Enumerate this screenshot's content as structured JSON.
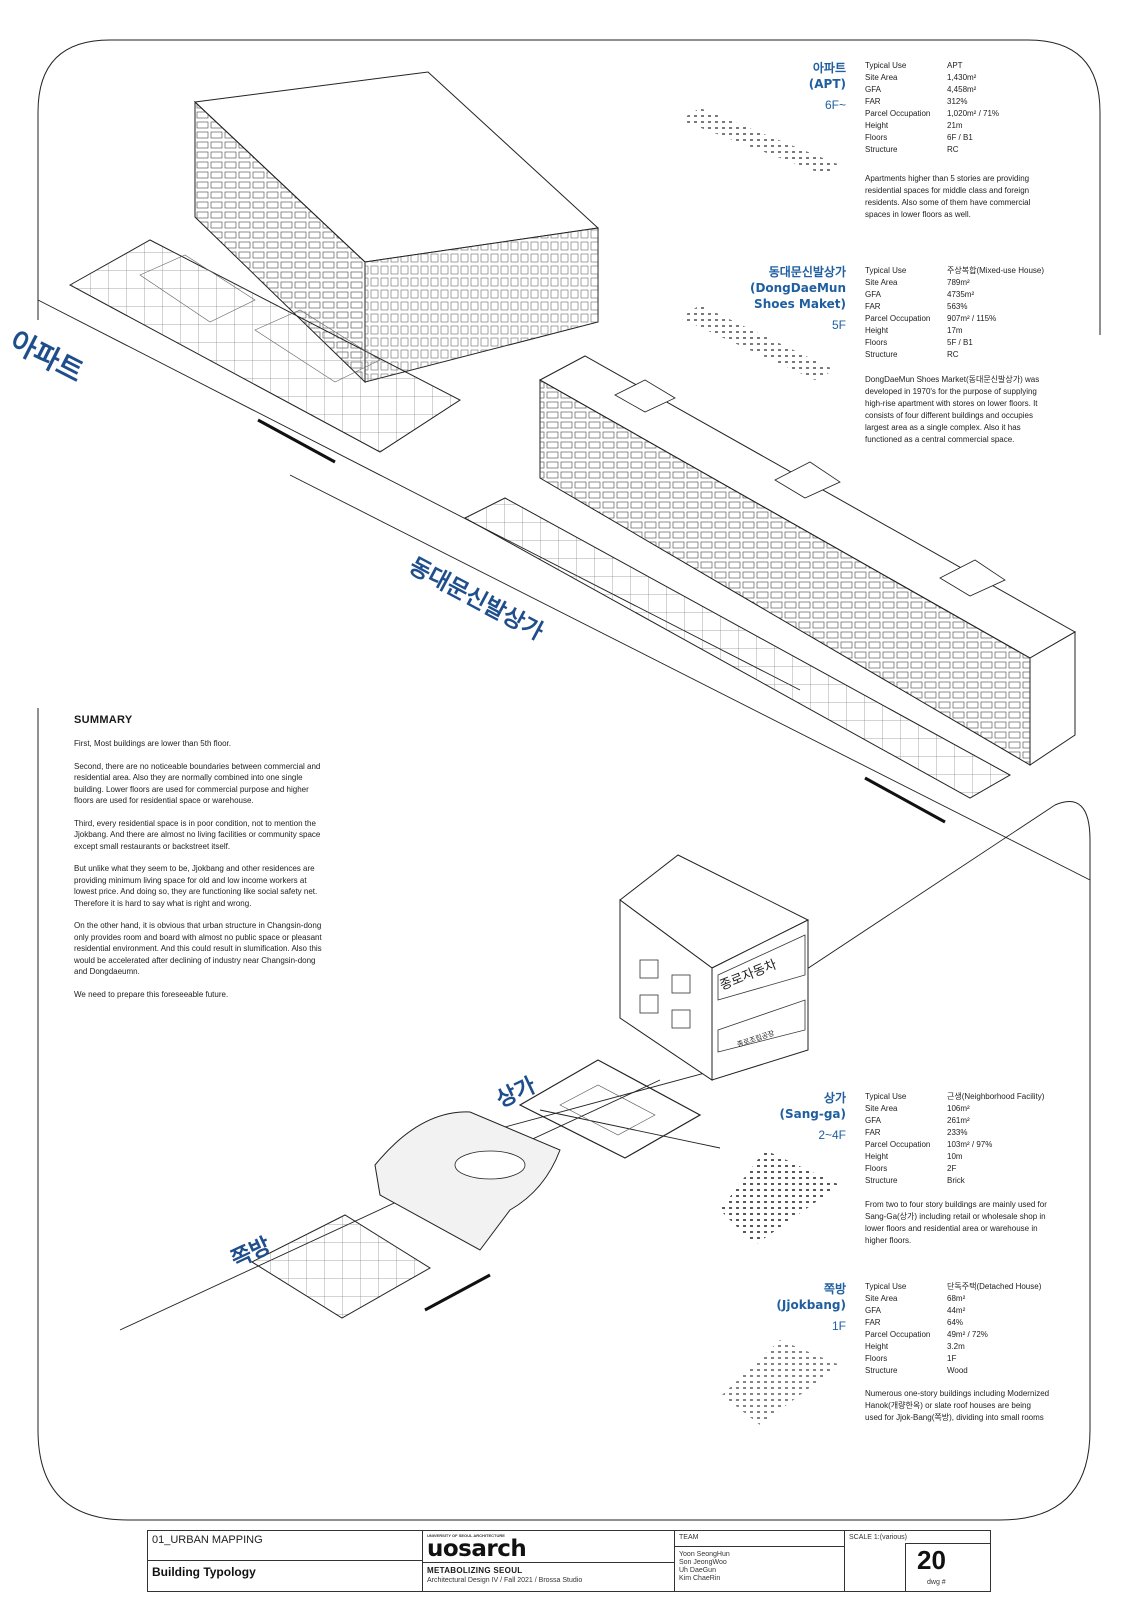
{
  "labels": {
    "apt_big": "아파트",
    "dongdaemun_big": "동대문신발상가",
    "sangga_big": "상가",
    "jjokbang_big": "쪽방"
  },
  "apt": {
    "heading_ko": "아파트",
    "heading_en": "(APT)",
    "floors_label": "6F~",
    "specs": [
      {
        "k": "Typical Use",
        "v": "APT"
      },
      {
        "k": "Site Area",
        "v": "1,430m²"
      },
      {
        "k": "GFA",
        "v": "4,458m²"
      },
      {
        "k": "FAR",
        "v": "312%"
      },
      {
        "k": "Parcel Occupation",
        "v": "1,020m² / 71%"
      },
      {
        "k": "Height",
        "v": "21m"
      },
      {
        "k": "Floors",
        "v": "6F / B1"
      },
      {
        "k": "Structure",
        "v": "RC"
      }
    ],
    "description": "Apartments higher than 5 stories are providing residential spaces for middle class and foreign residents. Also some of them have commercial spaces in lower floors as well."
  },
  "dongdaemun": {
    "heading_ko": "동대문신발상가",
    "heading_en1": "(DongDaeMun",
    "heading_en2": "Shoes Maket)",
    "floors_label": "5F",
    "specs": [
      {
        "k": "Typical Use",
        "v": "주상복합(Mixed-use House)"
      },
      {
        "k": "Site Area",
        "v": "789m²"
      },
      {
        "k": "GFA",
        "v": "4735m²"
      },
      {
        "k": "FAR",
        "v": "563%"
      },
      {
        "k": "Parcel Occupation",
        "v": "907m² / 115%"
      },
      {
        "k": "Height",
        "v": "17m"
      },
      {
        "k": "Floors",
        "v": "5F / B1"
      },
      {
        "k": "Structure",
        "v": "RC"
      }
    ],
    "description": "DongDaeMun Shoes Market(동대문신발상가) was developed in 1970's for the purpose of supplying high-rise apartment with stores on lower floors. It consists of four different buildings and occupies largest area as a single complex. Also it has functioned as a central commercial space."
  },
  "sangga": {
    "heading_ko": "상가",
    "heading_en": "(Sang-ga)",
    "floors_label": "2~4F",
    "specs": [
      {
        "k": "Typical Use",
        "v": "근생(Neighborhood Facility)"
      },
      {
        "k": "Site Area",
        "v": "106m²"
      },
      {
        "k": "GFA",
        "v": "261m²"
      },
      {
        "k": "FAR",
        "v": "233%"
      },
      {
        "k": "Parcel Occupation",
        "v": "103m² / 97%"
      },
      {
        "k": "Height",
        "v": "10m"
      },
      {
        "k": "Floors",
        "v": "2F"
      },
      {
        "k": "Structure",
        "v": "Brick"
      }
    ],
    "description": "From two to four story buildings are mainly used for Sang-Ga(상가) including retail or wholesale shop in lower floors and residential area or warehouse in higher floors."
  },
  "jjokbang": {
    "heading_ko": "쪽방",
    "heading_en": "(Jjokbang)",
    "floors_label": "1F",
    "specs": [
      {
        "k": "Typical Use",
        "v": "단독주택(Detached House)"
      },
      {
        "k": "Site Area",
        "v": "68m²"
      },
      {
        "k": "GFA",
        "v": "44m²"
      },
      {
        "k": "FAR",
        "v": "64%"
      },
      {
        "k": "Parcel Occupation",
        "v": "49m² / 72%"
      },
      {
        "k": "Height",
        "v": "3.2m"
      },
      {
        "k": "Floors",
        "v": "1F"
      },
      {
        "k": "Structure",
        "v": "Wood"
      }
    ],
    "description": "Numerous one-story buildings including Modernized Hanok(개량한옥) or slate roof houses are being used for Jjok-Bang(쪽방), dividing into small rooms"
  },
  "summary": {
    "title": "SUMMARY",
    "paragraphs": [
      "First, Most buildings are lower than 5th floor.",
      "Second, there are no noticeable boundaries between commercial and residential area. Also they are normally combined into one single building. Lower floors are used for commercial purpose and higher floors are used for residential space or warehouse.",
      "Third, every residential space is in poor condition, not to mention the Jjokbang. And there are almost no living facilities or community space except small restaurants or backstreet itself.",
      "But unlike what they seem to be, Jjokbang and other residences are providing minimum living space for old and low income workers at lowest price. And doing so, they are functioning like social safety net. Therefore it is hard to say what is right and wrong.",
      "On the other hand, it is obvious that urban structure in Changsin-dong only provides room and board with almost no public space or pleasant residential environment. And this could result in slumification. Also this would be accelerated after declining of industry near Changsin-dong and Dongdaeumn.",
      "We need to prepare this foreseeable future."
    ]
  },
  "shop_signs": {
    "upper": "종로자동차",
    "lower": "종로조립공장"
  },
  "title_block": {
    "section": "01_URBAN MAPPING",
    "sheet_title": "Building Typology",
    "school_small": "UNIVERSITY OF SEOUL ARCHITECTURE",
    "logo": "uosarch",
    "studio_name": "METABOLIZING SEOUL",
    "studio_sub": "Architectural Design IV / Fall 2021 / Brossa Studio",
    "team_label": "TEAM",
    "team_members": [
      "Yoon SeongHun",
      "Son JeongWoo",
      "Uh DaeGun",
      "Kim ChaeRin"
    ],
    "scale": "SCALE 1:(various)",
    "dwg_number": "20",
    "dwg_label": "dwg #"
  }
}
